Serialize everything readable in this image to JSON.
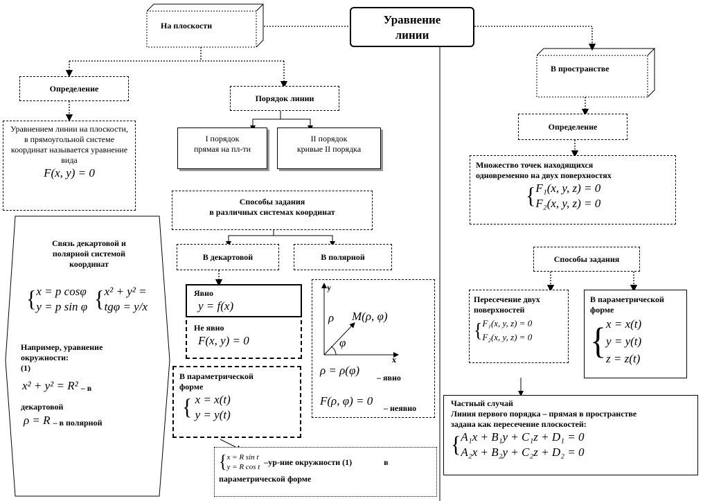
{
  "title": {
    "line1": "Уравнение",
    "line2": "линии"
  },
  "plane": {
    "label": "На плоскости",
    "definition_label": "Определение",
    "definition_text": "Уравнением линии на плоскости, в прямоугольной системе координат называется уравнение вида",
    "definition_eq": "F(x, y) = 0",
    "order_label": "Порядок линии",
    "order1_line1": "I порядок",
    "order1_line2": "прямая на пл-ти",
    "order2_line1": "II порядок",
    "order2_line2": "кривые II порядка",
    "methods_line1": "Способы задания",
    "methods_line2": "в различных  системах координат",
    "cartesian_label": "В декартовой",
    "polar_label": "В полярной",
    "explicit_label": "Явно",
    "explicit_eq": "y = f(x)",
    "implicit_label": "Не явно",
    "implicit_eq": "F(x, y) = 0",
    "param_label1": "В параметрической",
    "param_label2": "форме",
    "param_eq1": "x = x(t)",
    "param_eq2": "y = y(t)",
    "circle_eq1": "x = R sin t",
    "circle_eq2": "y = R cos t",
    "circle_text": "–ур-ние  окружности (1)",
    "circle_in": "в",
    "circle_text2": "параметрической форме",
    "polar_y": "y",
    "polar_x": "x",
    "polar_rho": "ρ",
    "polar_phi": "φ",
    "polar_point": "M(ρ, φ)",
    "polar_eq1": "ρ = ρ(φ)",
    "polar_eq1_note": "– явно",
    "polar_eq2": "F(ρ, φ) = 0",
    "polar_eq2_note": "– неявно",
    "link_title1": "Связь декартовой и",
    "link_title2": "полярной системой",
    "link_title3": "координат",
    "link_eq1": "x = p cosφ",
    "link_eq2": "y = p sin φ",
    "link_eq3": "x² + y² =",
    "link_eq4": "tgφ = y/x",
    "example1": "Например, уравнение",
    "example2": "окружности:",
    "example_num": "(1)",
    "example_eq": "x² + y² = R²",
    "example_eq_note": "– в",
    "example_cart": "декартовой",
    "example_polar_eq": "ρ = R",
    "example_polar_note": "– в полярной"
  },
  "space": {
    "label": "В пространстве",
    "definition_label": "Определение",
    "definition_text1": "Множество точек находящихся",
    "definition_text2": "одновременно на двух  поверхностях",
    "def_eq1": "F₁(x, y, z) = 0",
    "def_eq2": "F₂(x, y, z) = 0",
    "methods_label": "Способы задания",
    "intersection_line1": "Пересечение двух",
    "intersection_line2": "поверхностей",
    "int_eq1": "F₁(x, y, z) = 0",
    "int_eq2": "F₂(x, y, z) = 0",
    "param_line1": "В параметрической",
    "param_line2": "форме",
    "param_eq1": "x = x(t)",
    "param_eq2": "y = y(t)",
    "param_eq3": "z = z(t)",
    "special_title": "Частный случай",
    "special_text1": "Линия первого порядка – прямая в пространстве",
    "special_text2": "задана как пересечение плоскостей:",
    "special_eq1": "A₁x + B₁y + C₁z + D₁ = 0",
    "special_eq2": "A₂x + B₂y + C₂z + D₂ = 0"
  }
}
